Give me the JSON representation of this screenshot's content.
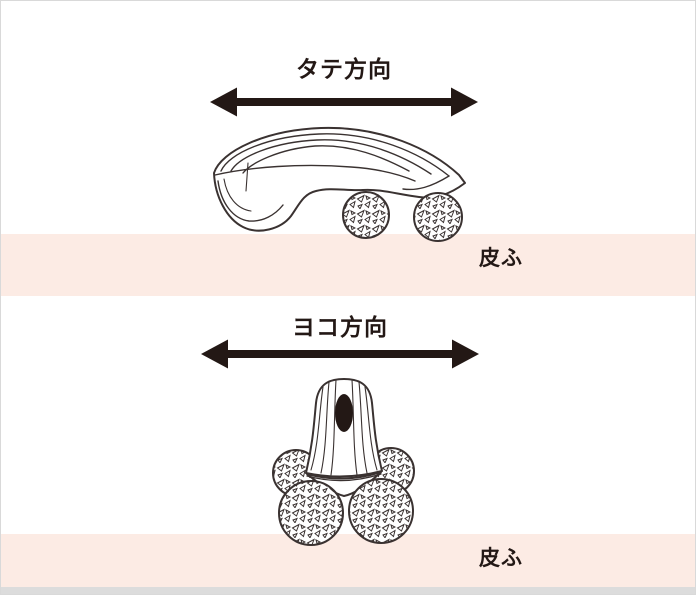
{
  "colors": {
    "background": "#ffffff",
    "frame_border": "#d9d9d9",
    "ink": "#231815",
    "line_art": "#3a3231",
    "skin_band": "#fcebe4",
    "bottom_edge": "#dcdcdc"
  },
  "sections": [
    {
      "direction_label": "タテ方向",
      "skin_label": "皮ふ",
      "illustration": "face-roller-side-view",
      "arrow": "double-headed-horizontal"
    },
    {
      "direction_label": "ヨコ方向",
      "skin_label": "皮ふ",
      "illustration": "face-roller-front-view",
      "arrow": "double-headed-horizontal"
    }
  ]
}
